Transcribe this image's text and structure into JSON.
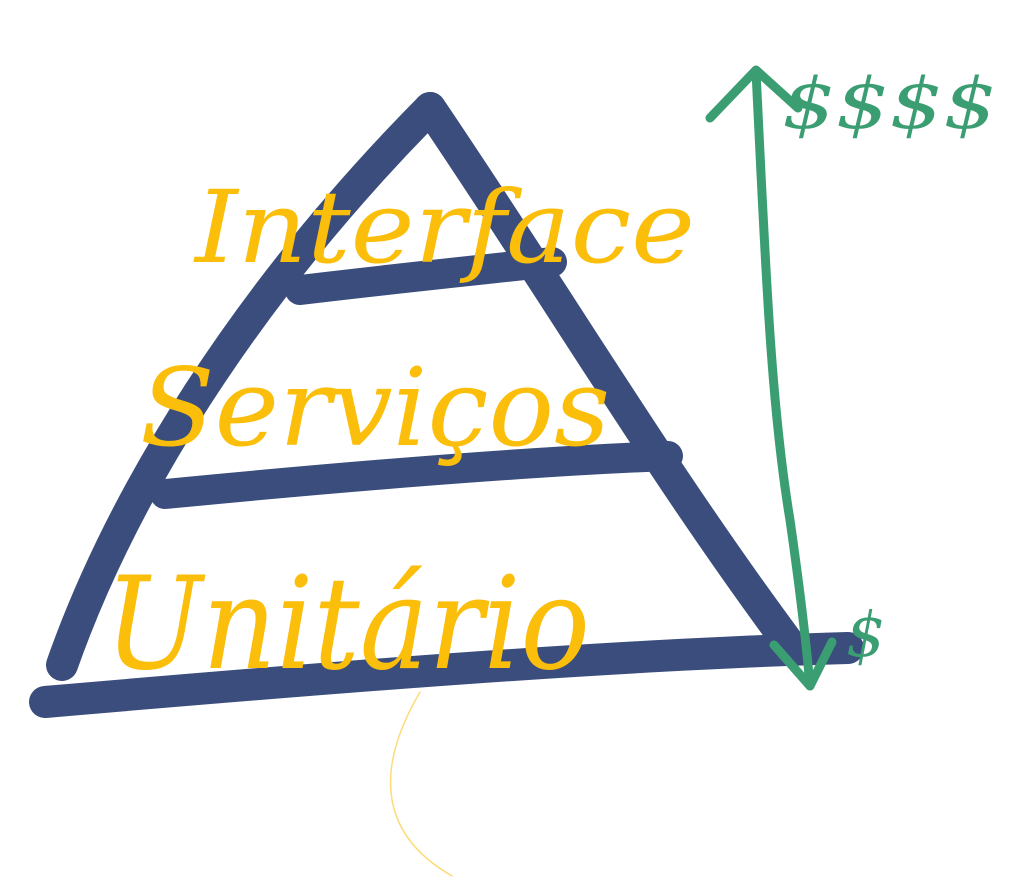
{
  "diagram": {
    "layers": [
      {
        "id": "interface",
        "label": "Interface"
      },
      {
        "id": "servicos",
        "label": "Serviços"
      },
      {
        "id": "unitario",
        "label": "Unitário"
      }
    ],
    "cost_scale": {
      "top_label": "$$$$",
      "bottom_label": "$"
    }
  },
  "colors": {
    "pyramid": "#3a4d7d",
    "layer_text": "#fbbe0b",
    "cost_arrow": "#3b9e72",
    "background": "#ffffff"
  }
}
